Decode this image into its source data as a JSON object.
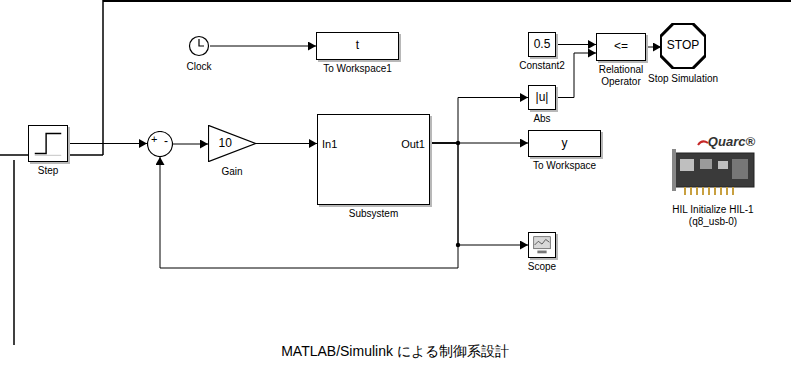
{
  "diagram": {
    "caption": "MATLAB/Simulink による制御系設計",
    "nodes": [
      {
        "text": [
          "Clock"
        ]
      },
      {
        "text": [
          "t",
          "To Workspace1"
        ]
      },
      {
        "text": [
          "0.5",
          "Constant2"
        ]
      },
      {
        "text": [
          "<=",
          "Relational Operator"
        ]
      },
      {
        "text": [
          "STOP",
          "Stop Simulation"
        ]
      },
      {
        "text": [
          "|u|",
          "Abs"
        ]
      },
      {
        "text": [
          "Step"
        ]
      },
      {
        "text": [
          "+",
          "-"
        ]
      },
      {
        "text": [
          "10",
          "Gain"
        ]
      },
      {
        "text": [
          "In1",
          "Out1",
          "Subsystem"
        ]
      },
      {
        "text": [
          "y",
          "To Workspace"
        ]
      },
      {
        "text": [
          "Scope"
        ]
      },
      {
        "text": [
          "Quarc®",
          "HIL Initialize HIL-1 (q8_usb-0)"
        ]
      }
    ],
    "edges": [
      {
        "from": 0,
        "to": 1,
        "arrow": "to"
      },
      {
        "from": 2,
        "to": 3,
        "arrow": "to"
      },
      {
        "from": 5,
        "to": 3,
        "arrow": "to"
      },
      {
        "from": 3,
        "to": 4,
        "arrow": "to"
      },
      {
        "from": 6,
        "to": 7,
        "arrow": "to"
      },
      {
        "from": 7,
        "to": 8,
        "arrow": "to"
      },
      {
        "from": 8,
        "to": 9,
        "arrow": "to"
      },
      {
        "from": 9,
        "to": 5,
        "arrow": "to"
      },
      {
        "from": 9,
        "to": 10,
        "arrow": "to"
      },
      {
        "from": 9,
        "to": 11,
        "arrow": "to"
      },
      {
        "from": 9,
        "to": 7,
        "arrow": "to"
      }
    ]
  }
}
